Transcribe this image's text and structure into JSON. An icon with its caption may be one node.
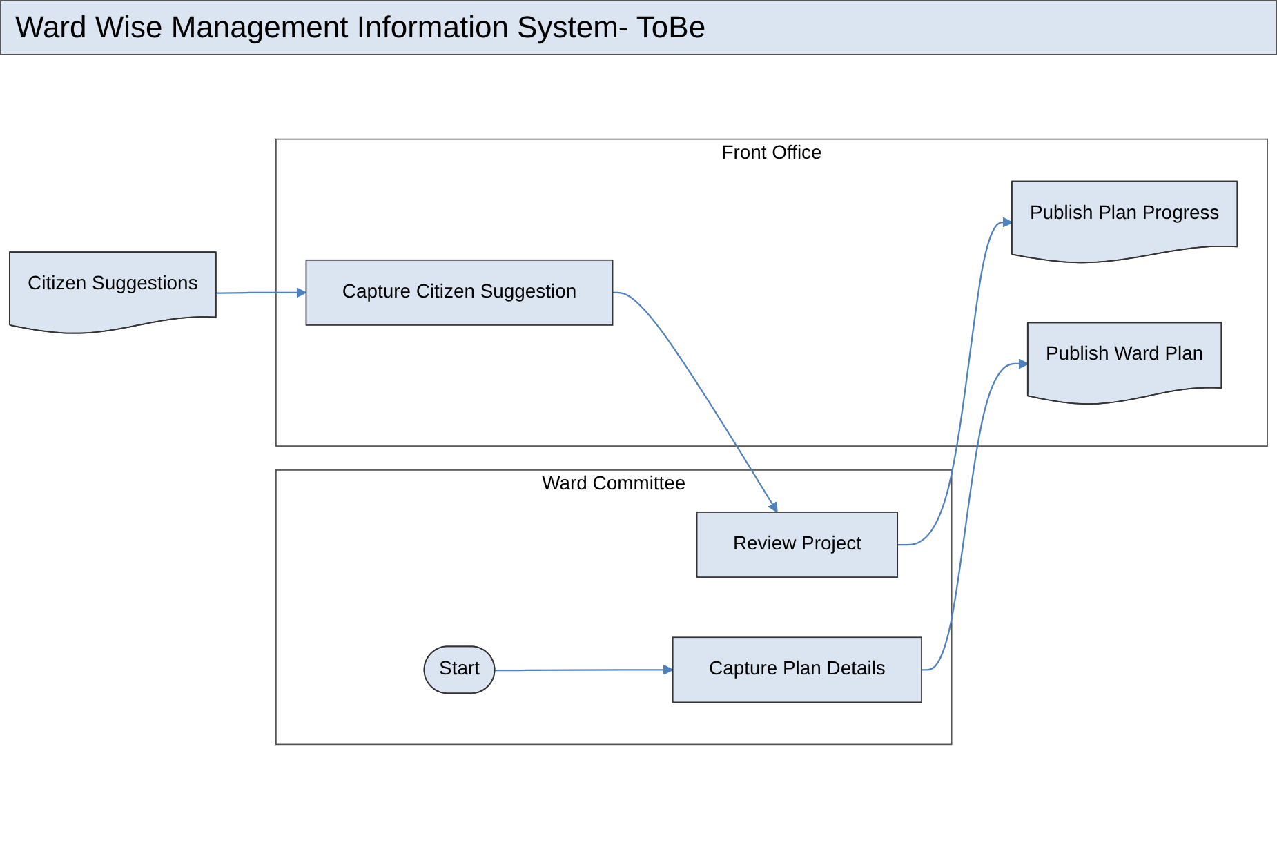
{
  "diagram": {
    "title": "Ward Wise Management Information System- ToBe",
    "nodes": [
      {
        "text": [
          "Ward Committee"
        ]
      },
      {
        "text": [
          "Start"
        ],
        "in": 0
      },
      {
        "text": [
          "Capture Plan Details"
        ],
        "in": 0
      },
      {
        "text": [
          "Review Project"
        ],
        "in": 0
      },
      {
        "text": [
          "Front Office"
        ]
      },
      {
        "text": [
          "Publish Ward Plan"
        ],
        "in": 4
      },
      {
        "text": [
          "Capture Citizen Suggestion"
        ],
        "in": 4
      },
      {
        "text": [
          "Publish Plan Progress"
        ],
        "in": 4
      },
      {
        "text": [
          "Citizen Suggestions"
        ]
      }
    ],
    "edges": [
      {
        "from": 1,
        "to": 2,
        "arrow": "to"
      },
      {
        "from": 2,
        "to": 5,
        "arrow": "to"
      },
      {
        "from": 6,
        "to": 3,
        "arrow": "to"
      },
      {
        "from": 3,
        "to": 7,
        "arrow": "to"
      },
      {
        "from": 8,
        "to": 6,
        "arrow": "to"
      }
    ]
  }
}
